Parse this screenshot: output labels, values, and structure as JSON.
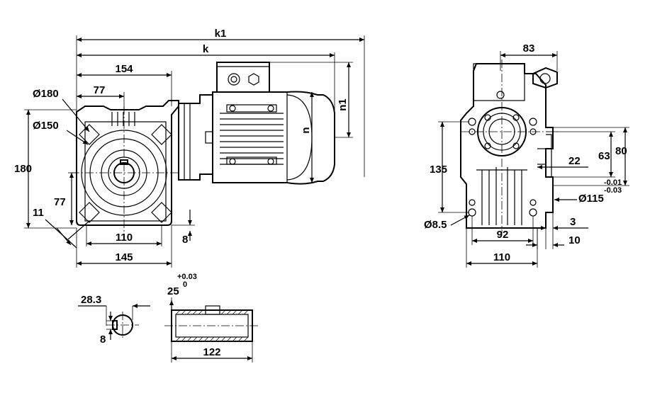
{
  "dimensions": {
    "k1": "k1",
    "k": "k",
    "n1": "n1",
    "n": "n",
    "d154": "154",
    "d77_top": "77",
    "dia180": "Ø180",
    "dia150": "Ø150",
    "d180_side": "180",
    "d77_side": "77",
    "d11": "11",
    "d110_bottom": "110",
    "d8_right": "8",
    "d145": "145",
    "d83": "83",
    "d135": "135",
    "d22": "22",
    "d63": "63",
    "d80": "80",
    "tol_neg1": "-0.01",
    "tol_neg2": "-0.03",
    "dia115": "Ø115",
    "dia8_5": "Ø8.5",
    "d3": "3",
    "d92": "92",
    "d110_side": "110",
    "d10": "10",
    "d25": "25",
    "tol_pos1": "+0.03",
    "tol_pos2": "0",
    "d28_3": "28.3",
    "d8_key": "8",
    "d122": "122"
  }
}
